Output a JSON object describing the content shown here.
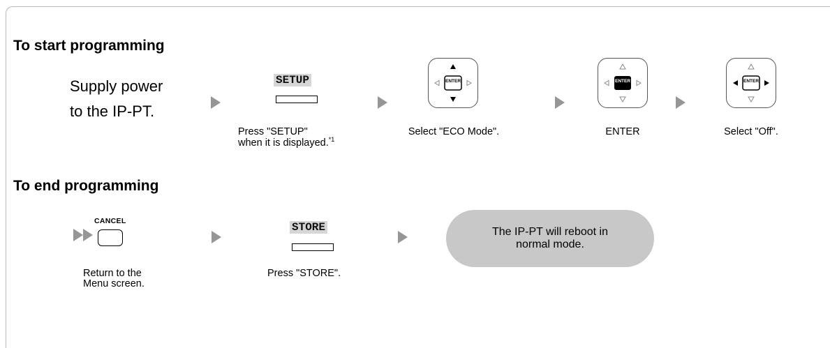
{
  "start": {
    "heading": "To start programming",
    "supply_line1": "Supply power",
    "supply_line2": "to the IP-PT.",
    "setup_key": "SETUP",
    "setup_caption_line1": "Press \"SETUP\"",
    "setup_caption_line2": "when it is displayed.",
    "footnote_mark": "*1",
    "enter_key": "ENTER",
    "select_eco_caption": "Select \"ECO Mode\".",
    "enter_caption": "ENTER",
    "select_off_caption": "Select \"Off\"."
  },
  "end": {
    "heading": "To end programming",
    "cancel_key": "CANCEL",
    "cancel_caption_line1": "Return to the",
    "cancel_caption_line2": "Menu screen.",
    "store_key": "STORE",
    "store_caption": "Press \"STORE\".",
    "result_line1": "The IP-PT will reboot in",
    "result_line2": "normal mode."
  },
  "colors": {
    "arrow": "#969696",
    "key_label_bg": "#d6d6d6",
    "bubble": "#c8c8c8"
  }
}
